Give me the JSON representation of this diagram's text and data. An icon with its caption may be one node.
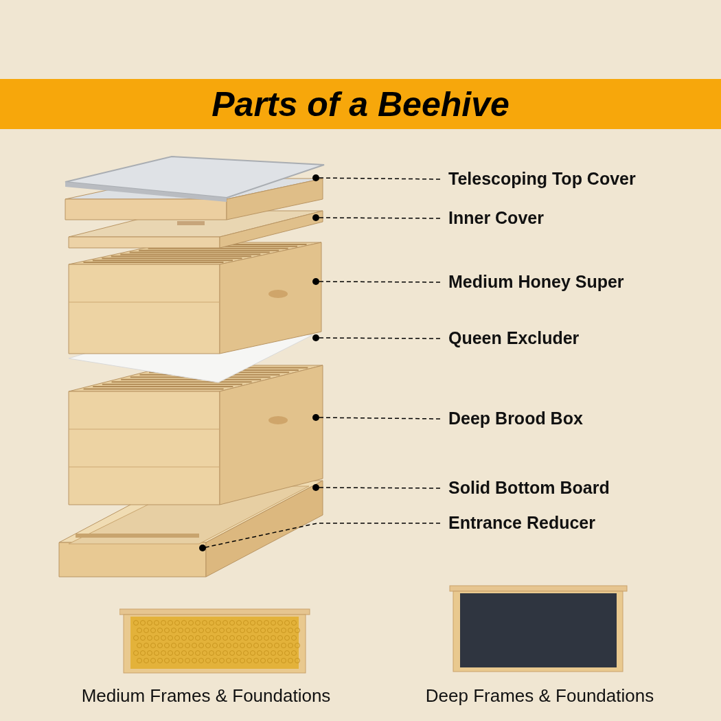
{
  "diagram": {
    "title": "Parts of a Beehive",
    "nodes": [
      {
        "text": [
          "Telescoping Top Cover"
        ]
      },
      {
        "text": [
          "Inner Cover"
        ]
      },
      {
        "text": [
          "Medium Honey Super"
        ]
      },
      {
        "text": [
          "Queen Excluder"
        ]
      },
      {
        "text": [
          "Deep Brood Box"
        ]
      },
      {
        "text": [
          "Solid Bottom Board"
        ]
      },
      {
        "text": [
          "Entrance Reducer"
        ]
      }
    ],
    "edges": [
      {
        "from": 0,
        "to": null,
        "arrow": "other",
        "style": "dashed"
      },
      {
        "from": 1,
        "to": null,
        "arrow": "other",
        "style": "dashed"
      },
      {
        "from": 2,
        "to": null,
        "arrow": "other",
        "style": "dashed"
      },
      {
        "from": 3,
        "to": null,
        "arrow": "other",
        "style": "dashed"
      },
      {
        "from": 4,
        "to": null,
        "arrow": "other",
        "style": "dashed"
      },
      {
        "from": 5,
        "to": null,
        "arrow": "other",
        "style": "dashed"
      },
      {
        "from": 6,
        "to": null,
        "arrow": "other",
        "style": "dashed"
      }
    ],
    "labels": [
      "Medium Frames & Foundations",
      "Deep Frames & Foundations"
    ]
  }
}
